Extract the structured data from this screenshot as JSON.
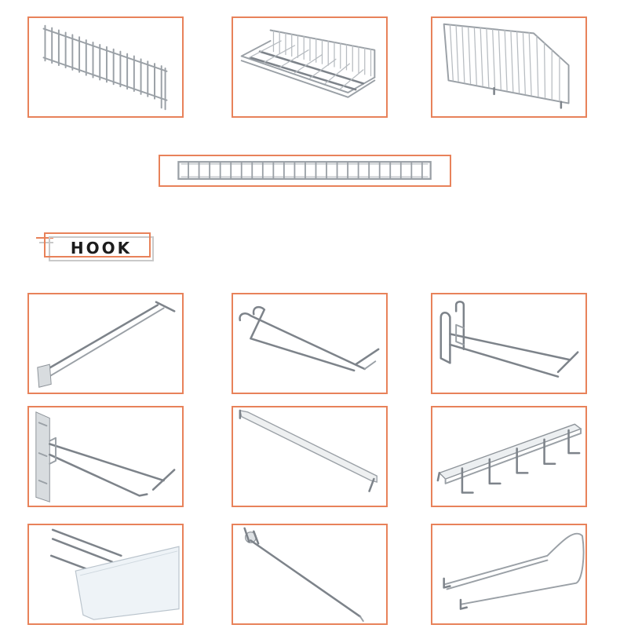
{
  "section": {
    "hook_title": "HOOK"
  },
  "colors": {
    "frame_border": "#e8825a",
    "wire": "#9aa0a6",
    "title_text": "#1c1c1c"
  },
  "shelf_accessories": [
    {
      "name": "wire-shelf-fence-front"
    },
    {
      "name": "wire-shelf-basket"
    },
    {
      "name": "wire-shelf-divider"
    },
    {
      "name": "wire-ladder-strip"
    }
  ],
  "hooks": [
    {
      "name": "single-wire-hook-with-label-holder"
    },
    {
      "name": "pegboard-double-prong-hook"
    },
    {
      "name": "grid-double-hook"
    },
    {
      "name": "slatwall-double-hook"
    },
    {
      "name": "hanging-bar"
    },
    {
      "name": "five-hook-waterfall-bar"
    },
    {
      "name": "hook-label-holder"
    },
    {
      "name": "single-pin-hook"
    },
    {
      "name": "curved-wire-hanger"
    }
  ]
}
